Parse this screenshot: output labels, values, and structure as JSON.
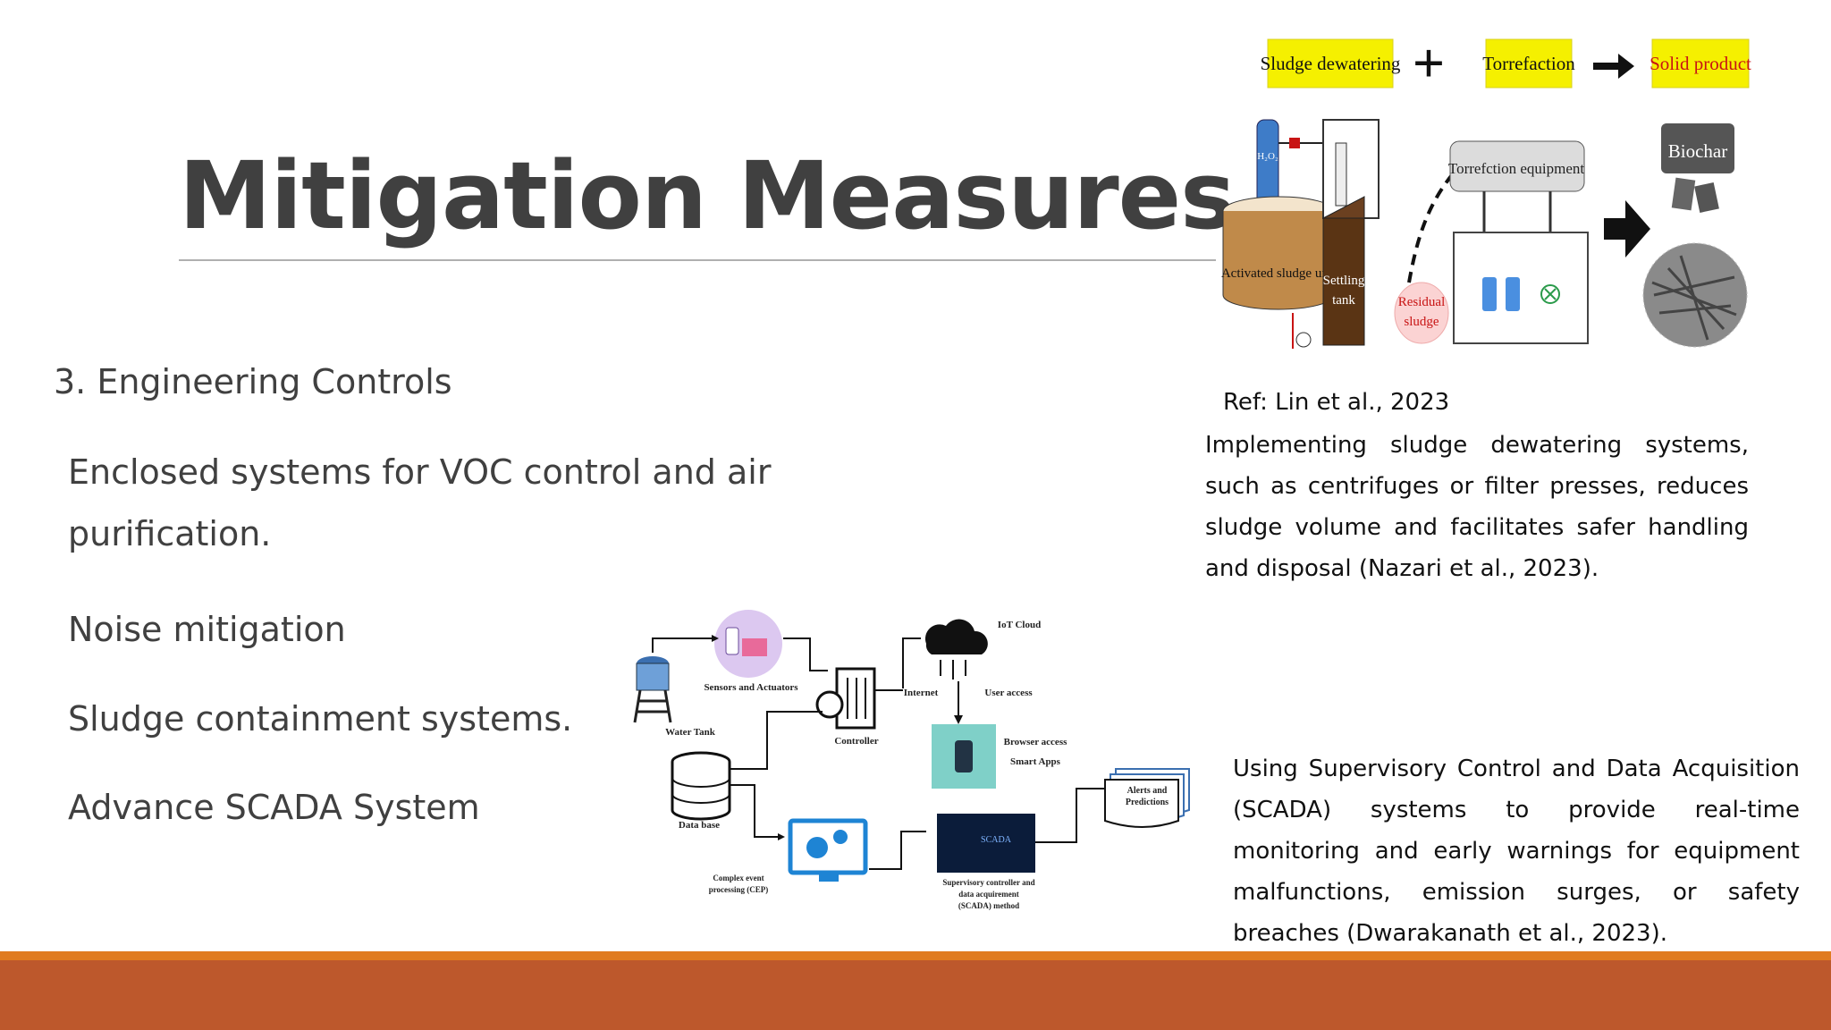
{
  "slide": {
    "title": "Mitigation Measures",
    "heading": "3. Engineering Controls",
    "bullets": [
      "Enclosed systems for VOC control and air purification.",
      "Noise mitigation",
      "Sludge containment systems.",
      "Advance SCADA System"
    ],
    "reference": "Ref: Lin et al., 2023",
    "paragraph_dewatering": "Implementing sludge dewatering systems, such as centrifuges or filter presses, reduces sludge volume and facilitates safer handling and disposal (Nazari et al., 2023).",
    "paragraph_scada": "Using Supervisory Control and Data Acquisition (SCADA) systems to provide real-time monitoring and early warnings for equipment malfunctions, emission surges, or safety breaches (Dwarakanath et al., 2023)."
  },
  "figure_sludge": {
    "box_dewatering": "Sludge dewatering",
    "plus": "+",
    "box_torrefaction": "Torrefaction",
    "box_solid": "Solid product",
    "activated_sludge": "Activated sludge unit",
    "settling_line1": "Settling",
    "settling_line2": "tank",
    "residual_line1": "Residual",
    "residual_line2": "sludge",
    "torrefaction_equipment": "Torrefction equipment",
    "biochar": "Biochar",
    "chemical": "H₂O₂"
  },
  "figure_scada": {
    "iot_cloud": "IoT Cloud",
    "sensors": "Sensors and Actuators",
    "water_tank": "Water Tank",
    "controller": "Controller",
    "internet": "Internet",
    "user_access": "User access",
    "browser_line1": "Browser access",
    "browser_line2": "Smart Apps",
    "database": "Data base",
    "alerts_line1": "Alerts and",
    "alerts_line2": "Predictions",
    "cep_line1": "Complex event",
    "cep_line2": "processing (CEP)",
    "scada_line1": "Supervisory  controller and",
    "scada_line2": "data acquirement",
    "scada_line3": "(SCADA) method",
    "scada_screen": "SCADA"
  },
  "colors": {
    "title": "#404040",
    "bar_orange": "#e07b20",
    "bar_rust": "#bd582c",
    "label_yellow": "#f5f000",
    "label_red": "#c81414",
    "sludge_brown": "#c08a4a",
    "tank_brown": "#5a3414"
  }
}
